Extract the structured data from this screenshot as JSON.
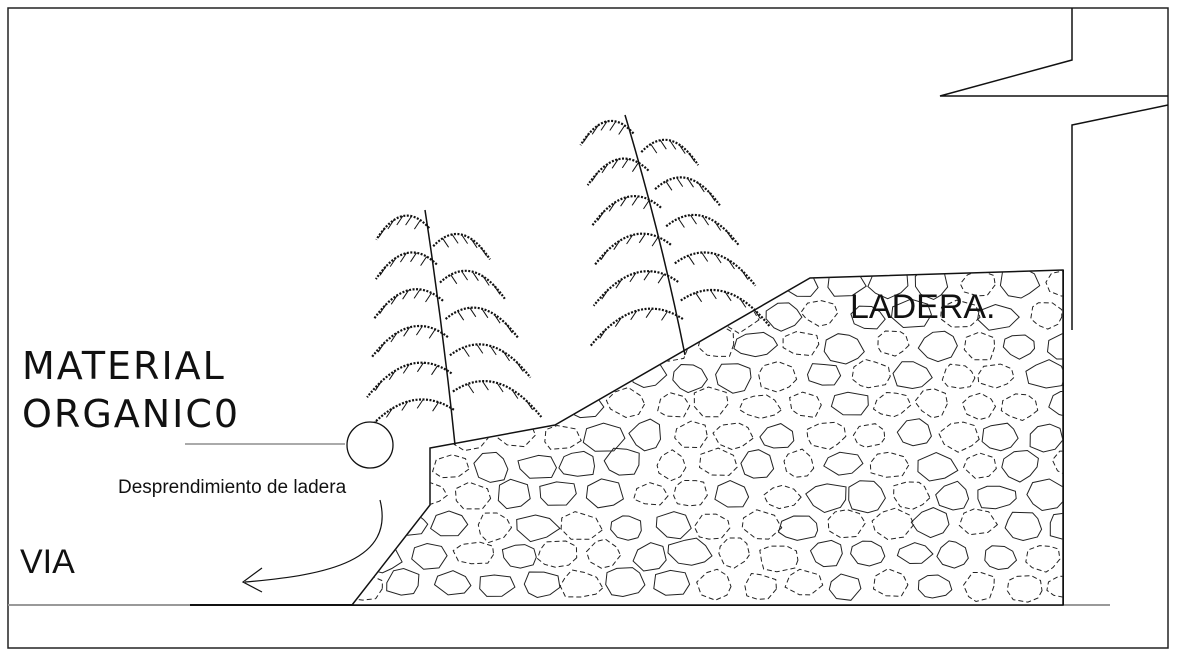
{
  "labels": {
    "material_line1": "MATERIAL",
    "material_line2": "ORGANIC0",
    "landslide": "Desprendimiento de ladera",
    "road": "VIA",
    "slope": "LADERA."
  },
  "colors": {
    "ink": "#111111",
    "background": "#ffffff"
  },
  "icons": [
    "plant-icon",
    "plant-icon",
    "boulder-icon",
    "arrow-icon"
  ]
}
